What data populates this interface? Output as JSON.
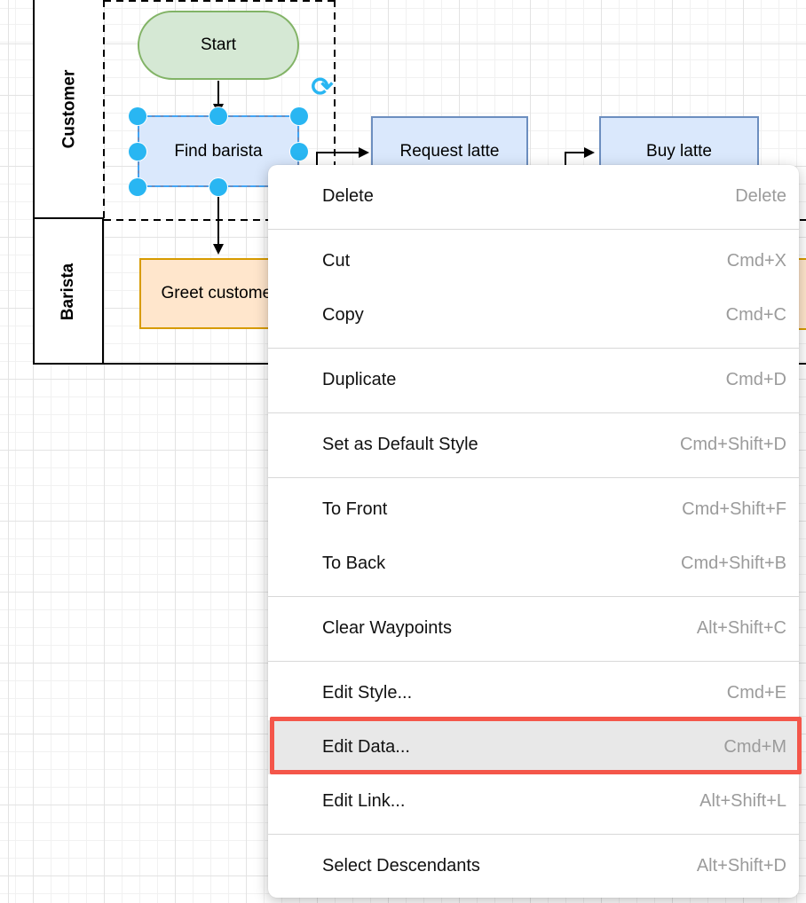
{
  "swimlane": {
    "lanes": [
      {
        "label": "Customer"
      },
      {
        "label": "Barista"
      }
    ]
  },
  "nodes": {
    "start": {
      "label": "Start"
    },
    "find_barista": {
      "label": "Find barista"
    },
    "request_latte": {
      "label": "Request latte"
    },
    "buy_latte": {
      "label": "Buy latte"
    },
    "greet_customer": {
      "label": "Greet customer"
    }
  },
  "selection": {
    "selected_node": "Find barista",
    "rotate_icon_glyph": "⟳"
  },
  "context_menu": {
    "items": [
      {
        "label": "Delete",
        "shortcut": "Delete"
      },
      {
        "label": "Cut",
        "shortcut": "Cmd+X"
      },
      {
        "label": "Copy",
        "shortcut": "Cmd+C"
      },
      {
        "label": "Duplicate",
        "shortcut": "Cmd+D"
      },
      {
        "label": "Set as Default Style",
        "shortcut": "Cmd+Shift+D"
      },
      {
        "label": "To Front",
        "shortcut": "Cmd+Shift+F"
      },
      {
        "label": "To Back",
        "shortcut": "Cmd+Shift+B"
      },
      {
        "label": "Clear Waypoints",
        "shortcut": "Alt+Shift+C"
      },
      {
        "label": "Edit Style...",
        "shortcut": "Cmd+E"
      },
      {
        "label": "Edit Data...",
        "shortcut": "Cmd+M",
        "highlighted": true
      },
      {
        "label": "Edit Link...",
        "shortcut": "Alt+Shift+L"
      },
      {
        "label": "Select Descendants",
        "shortcut": "Alt+Shift+D"
      }
    ]
  },
  "colors": {
    "selection_accent": "#29b6f2",
    "annotation_ring": "#f4564a",
    "menu_shortcut_gray": "#9b9b9b",
    "lane_border": "#000000",
    "start_fill": "#d5e8d4",
    "start_stroke": "#82b366",
    "process_fill": "#dae8fc",
    "process_stroke": "#6c8ebf",
    "barista_task_fill": "#ffe6cc",
    "barista_task_stroke": "#d79b00"
  }
}
